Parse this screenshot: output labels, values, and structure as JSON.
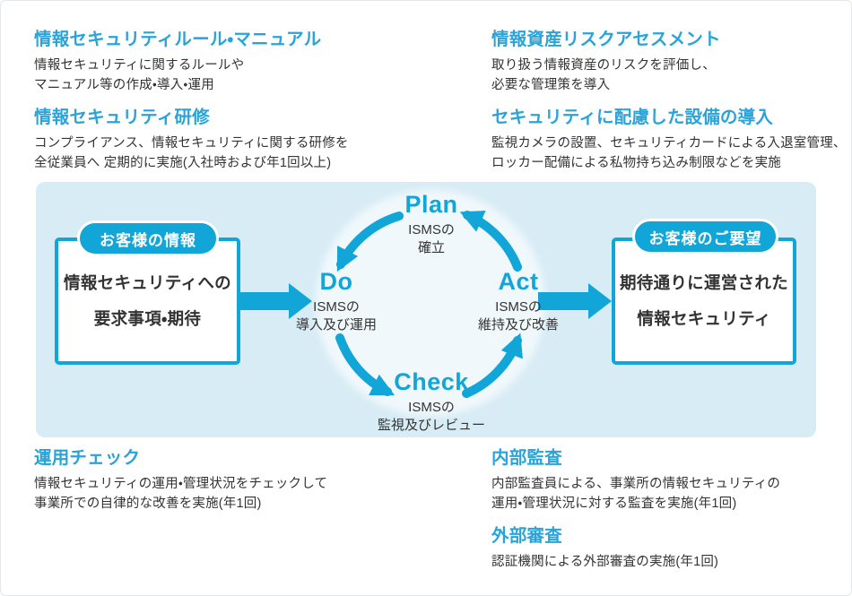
{
  "colors": {
    "accent": "#12a6d8",
    "heading_text": "#29a3d8",
    "band_background": "#d8ecf5",
    "cycle_circle_background": "#f0f8fc",
    "body_text": "#333333"
  },
  "sections": {
    "top_left": [
      {
        "title": "情報セキュリティルール・マニュアル",
        "body": "情報セキュリティに関するルールや\nマニュアル等の作成・導入・運用"
      },
      {
        "title": "情報セキュリティ研修",
        "body": "コンプライアンス、情報セキュリティに関する研修を\n全従業員へ 定期的に実施(入社時および年1回以上)"
      }
    ],
    "top_right": [
      {
        "title": "情報資産リスクアセスメント",
        "body": "取り扱う情報資産のリスクを評価し、\n必要な管理策を導入"
      },
      {
        "title": "セキュリティに配慮した設備の導入",
        "body": "監視カメラの設置、セキュリティカードによる入退室管理、\nロッカー配備による私物持ち込み制限などを実施"
      }
    ],
    "bottom_left": [
      {
        "title": "運用チェック",
        "body": "情報セキュリティの運用・管理状況をチェックして\n事業所での自律的な改善を実施(年1回)"
      }
    ],
    "bottom_right": [
      {
        "title": "内部監査",
        "body": "内部監査員による、事業所の情報セキュリティの\n運用・管理状況に対する監査を実施(年1回)"
      },
      {
        "title": "外部審査",
        "body": "認証機関による外部審査の実施(年1回)"
      }
    ]
  },
  "diagram": {
    "input_box": {
      "badge": "お客様の情報",
      "body": "情報セキュリティへの\n要求事項・期待"
    },
    "output_box": {
      "badge": "お客様のご要望",
      "body": "期待通りに運営された\n情報セキュリティ"
    },
    "cycle": {
      "plan": {
        "label": "Plan",
        "desc": "ISMSの\n確立"
      },
      "do": {
        "label": "Do",
        "desc": "ISMSの\n導入及び運用"
      },
      "check": {
        "label": "Check",
        "desc": "ISMSの\n監視及びレビュー"
      },
      "act": {
        "label": "Act",
        "desc": "ISMSの\n維持及び改善"
      }
    }
  }
}
